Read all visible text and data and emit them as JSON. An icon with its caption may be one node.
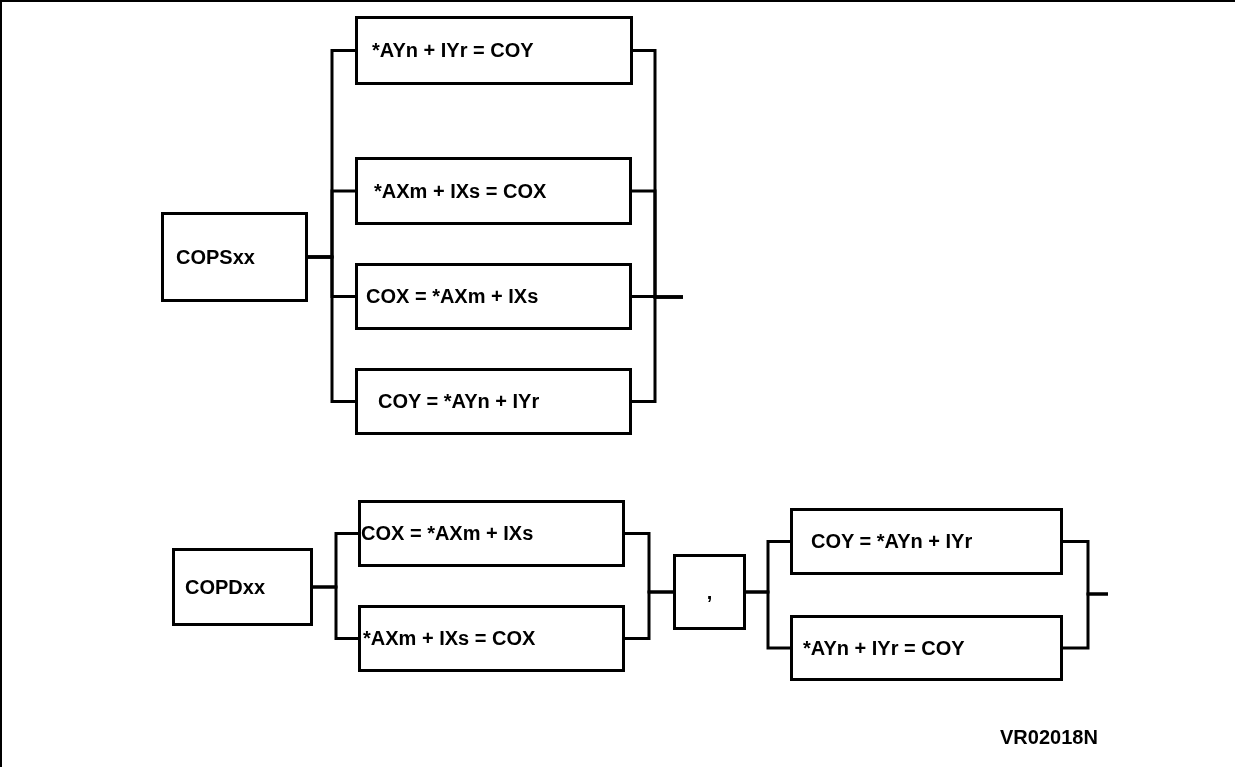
{
  "diagram": {
    "nodes": [
      {
        "text": [
          "COPSxx"
        ]
      },
      {
        "text": [
          "*AYn + IYr = COY"
        ]
      },
      {
        "text": [
          "*AXm + IXs = COX"
        ]
      },
      {
        "text": [
          "COX = *AXm + IXs"
        ]
      },
      {
        "text": [
          "COY = *AYn + IYr"
        ]
      },
      {
        "text": [
          "COPDxx"
        ]
      },
      {
        "text": [
          "COX = *AXm + IXs"
        ]
      },
      {
        "text": [
          "*AXm + IXs = COX"
        ]
      },
      {
        "text": [
          ","
        ]
      },
      {
        "text": [
          "COY = *AYn + IYr"
        ]
      },
      {
        "text": [
          "*AYn + IYr = COY"
        ]
      }
    ],
    "edges": [
      {
        "from": 0,
        "to": 1,
        "arrow": "none"
      },
      {
        "from": 0,
        "to": 2,
        "arrow": "none"
      },
      {
        "from": 0,
        "to": 3,
        "arrow": "none"
      },
      {
        "from": 0,
        "to": 4,
        "arrow": "none"
      },
      {
        "from": 1,
        "to": null,
        "arrow": "none"
      },
      {
        "from": 2,
        "to": null,
        "arrow": "none"
      },
      {
        "from": 3,
        "to": null,
        "arrow": "none"
      },
      {
        "from": 4,
        "to": null,
        "arrow": "none"
      },
      {
        "from": 5,
        "to": 6,
        "arrow": "none"
      },
      {
        "from": 5,
        "to": 7,
        "arrow": "none"
      },
      {
        "from": 6,
        "to": 8,
        "arrow": "none"
      },
      {
        "from": 7,
        "to": 8,
        "arrow": "none"
      },
      {
        "from": 8,
        "to": 9,
        "arrow": "none"
      },
      {
        "from": 8,
        "to": 10,
        "arrow": "none"
      },
      {
        "from": 9,
        "to": null,
        "arrow": "none"
      },
      {
        "from": 10,
        "to": null,
        "arrow": "none"
      }
    ],
    "labels": [
      "VR02018N"
    ]
  }
}
